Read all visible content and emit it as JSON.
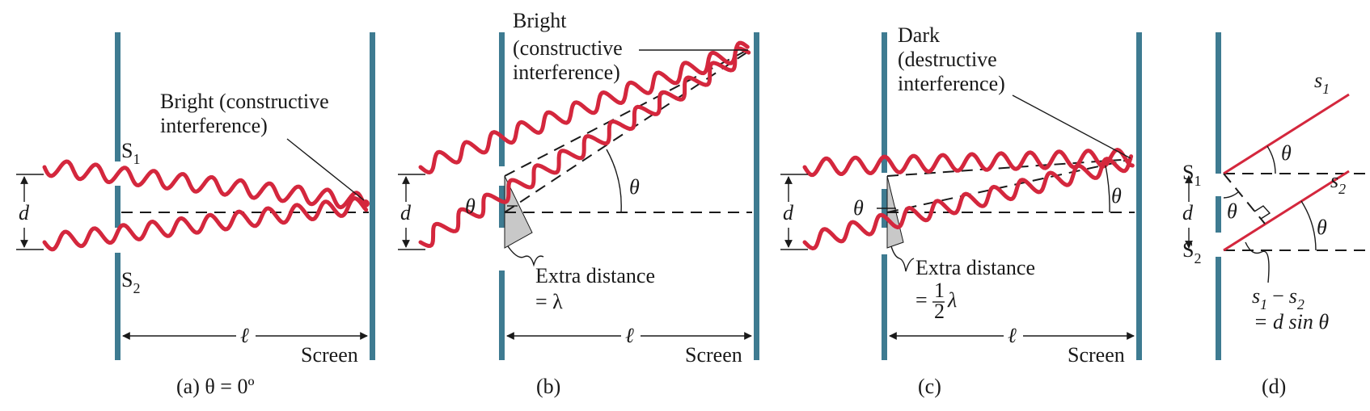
{
  "panels": [
    {
      "id": "a",
      "caption": "(a) θ = 0º",
      "annotation_lines": [
        "Bright (constructive",
        "interference)"
      ],
      "slit_top": "S",
      "slit_top_sub": "1",
      "slit_bottom": "S",
      "slit_bottom_sub": "2",
      "spacing": "d",
      "distance": "ℓ",
      "screen": "Screen"
    },
    {
      "id": "b",
      "caption": "(b)",
      "annotation_lines": [
        "Bright",
        "(constructive",
        "interference)"
      ],
      "angle": "θ",
      "extra_lines": [
        "Extra distance",
        "= λ"
      ],
      "spacing": "d",
      "distance": "ℓ",
      "screen": "Screen"
    },
    {
      "id": "c",
      "caption": "(c)",
      "annotation_lines": [
        "Dark",
        "(destructive",
        "interference)"
      ],
      "angle": "θ",
      "extra_line1": "Extra distance",
      "extra_eq": "=",
      "extra_num": "1",
      "extra_den": "2",
      "extra_lambda": "λ",
      "spacing": "d",
      "distance": "ℓ",
      "screen": "Screen"
    },
    {
      "id": "d",
      "caption": "(d)",
      "s": "s",
      "s1_sub": "1",
      "s2_sub": "2",
      "slit_top": "S",
      "slit_top_sub": "1",
      "slit_bottom": "S",
      "slit_bottom_sub": "2",
      "spacing": "d",
      "angle": "θ",
      "diff_minus": "−",
      "diff_line2": "= d sin θ"
    }
  ],
  "colors": {
    "wall": "#3e7b91",
    "wave": "#d4273d",
    "shade": "#c8c8c8"
  }
}
